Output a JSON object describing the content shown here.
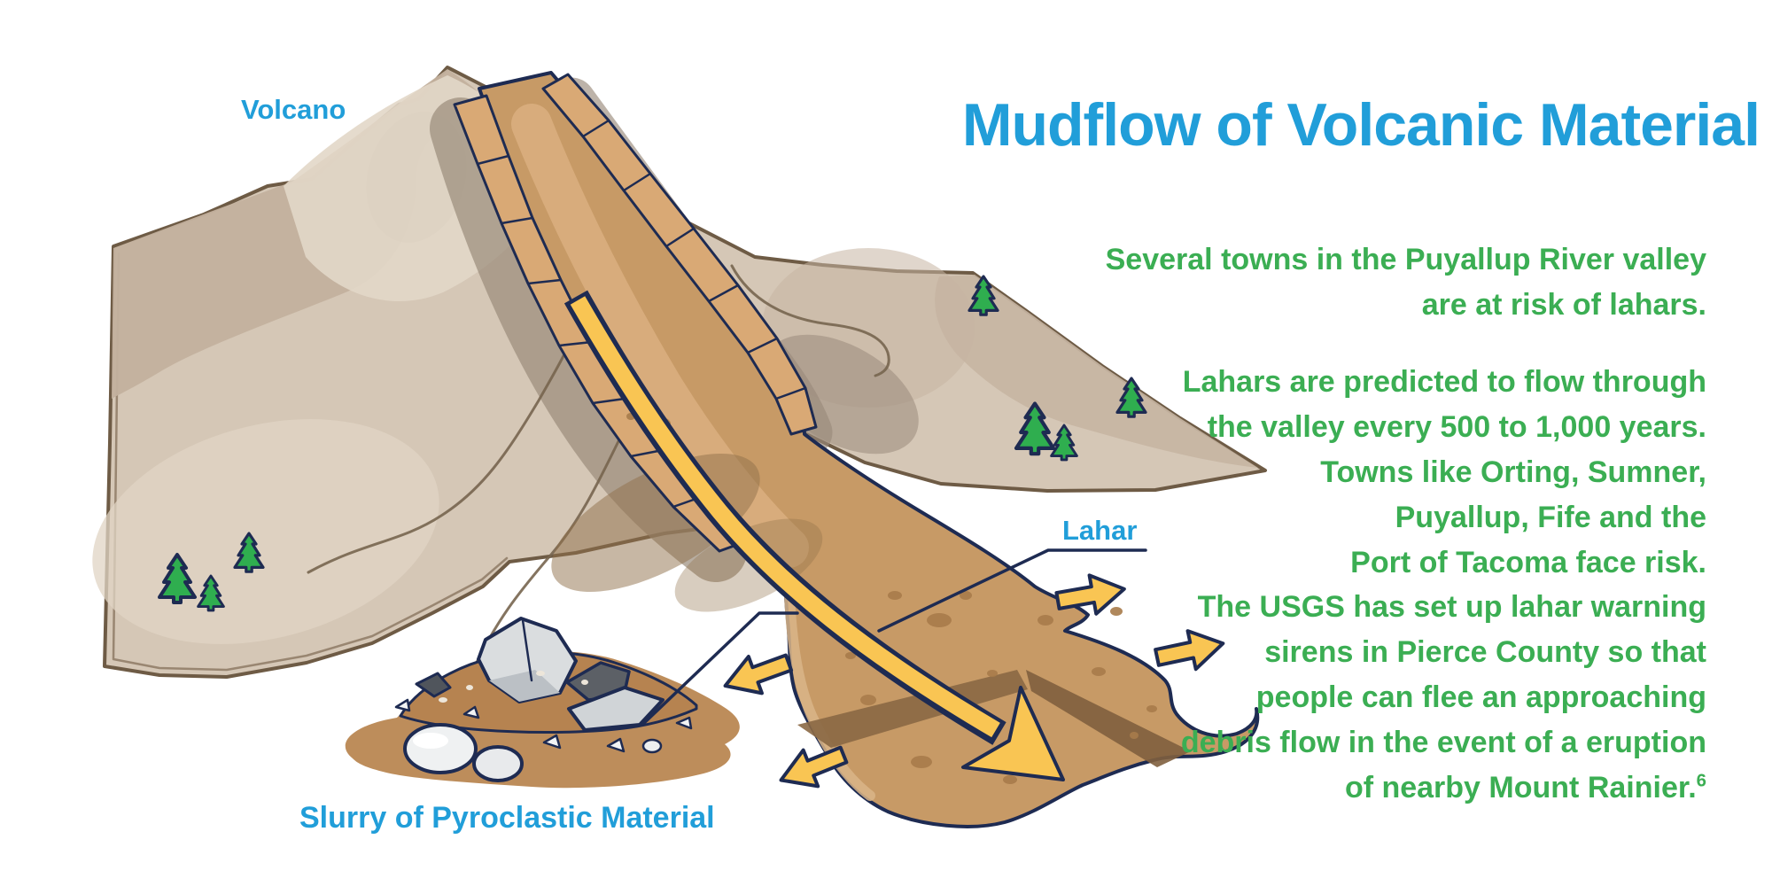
{
  "title": "Mudflow of Volcanic Material",
  "diagram_labels": {
    "volcano": "Volcano",
    "lahar": "Lahar",
    "slurry": "Slurry of Pyroclastic Material"
  },
  "paragraphs": [
    {
      "lines": [
        "Several towns in the Puyallup River valley",
        "are at risk of lahars."
      ]
    },
    {
      "lines": [
        "Lahars are predicted to flow through",
        "the valley every 500 to 1,000 years.",
        "Towns like Orting, Sumner,",
        "Puyallup, Fife and the",
        "Port of Tacoma face risk."
      ]
    },
    {
      "lines": [
        "The USGS has set up lahar warning",
        "sirens in Pierce County so that",
        "people can flee an approaching",
        "debris flow in the event of a eruption",
        "of nearby Mount Rainier."
      ],
      "footnote_marker": "6"
    }
  ],
  "icons": {
    "trees": "pine-tree-icon",
    "main_arrow": "flow-direction-arrow-icon",
    "spread_arrows": "lahar-spread-arrow-icon"
  },
  "colors": {
    "accent_blue": "#219ED9",
    "text_green": "#3BAE53",
    "outline_navy": "#1E2B52",
    "arrow_yellow": "#F9C553",
    "mountain_tan": "#D5C7B6",
    "flow_brown": "#C79A66",
    "tree_green": "#2FAE4F"
  }
}
